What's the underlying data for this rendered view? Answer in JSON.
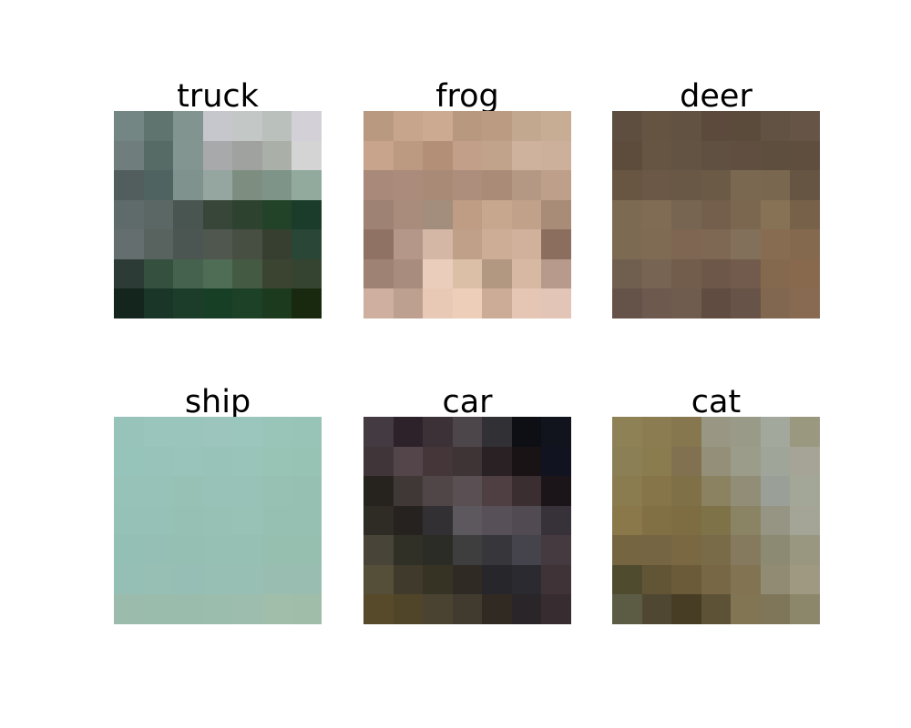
{
  "panels": [
    {
      "label": "truck",
      "pixels": [
        [
          "#748683",
          "#5f746e",
          "#829490",
          "#c6c7cc",
          "#c3c7c5",
          "#bac0bc",
          "#d3d0d7"
        ],
        [
          "#6f7d7c",
          "#566b65",
          "#829591",
          "#a7a9ab",
          "#a0a29f",
          "#aaafa8",
          "#d3d4d3"
        ],
        [
          "#525e5d",
          "#4f6460",
          "#7f928d",
          "#95a59f",
          "#7d8e80",
          "#7f9488",
          "#92aa9e"
        ],
        [
          "#5f6a6a",
          "#5a6765",
          "#485551",
          "#374639",
          "#2e4230",
          "#234329",
          "#1b3c2a"
        ],
        [
          "#646e6f",
          "#58625f",
          "#4b5552",
          "#50574f",
          "#474f42",
          "#363f30",
          "#2a4636"
        ],
        [
          "#2c3b35",
          "#36503f",
          "#45624f",
          "#4f6c55",
          "#455a43",
          "#3b4430",
          "#354431"
        ],
        [
          "#13251d",
          "#1a3628",
          "#1b3d29",
          "#173f26",
          "#1c4127",
          "#1c3a1e",
          "#18290f"
        ]
      ]
    },
    {
      "label": "frog",
      "pixels": [
        [
          "#b99a80",
          "#c7a58d",
          "#cbaa91",
          "#b8987e",
          "#bb9c83",
          "#c3a890",
          "#c8ad95"
        ],
        [
          "#c7a48b",
          "#bc9a82",
          "#b38f78",
          "#c19f89",
          "#c1a28b",
          "#cfb29d",
          "#ccb09c"
        ],
        [
          "#a98a7a",
          "#ab8c7c",
          "#a98a77",
          "#ad8e7c",
          "#a98b78",
          "#b49884",
          "#be9f89"
        ],
        [
          "#9e8274",
          "#a98c7c",
          "#a38d7d",
          "#be9d84",
          "#c7a78e",
          "#c1a189",
          "#a88c77"
        ],
        [
          "#8f7263",
          "#b5978a",
          "#d4b7a5",
          "#c1a08a",
          "#cdad96",
          "#d1b19c",
          "#8c6e5e"
        ],
        [
          "#9e8274",
          "#a88d7f",
          "#ebcdbb",
          "#dbbfa6",
          "#b29781",
          "#d7b9a3",
          "#b79a8b"
        ],
        [
          "#cfb0a0",
          "#bea090",
          "#e7c9b6",
          "#edcfb9",
          "#ccab97",
          "#e5c6b5",
          "#e3c5b7"
        ]
      ]
    },
    {
      "label": "deer",
      "pixels": [
        [
          "#5e4e3f",
          "#665443",
          "#625242",
          "#5c4b3c",
          "#5b4b3b",
          "#625244",
          "#665546"
        ],
        [
          "#5d4b3b",
          "#675544",
          "#635342",
          "#605041",
          "#604f40",
          "#5e4e3e",
          "#5f4d3d"
        ],
        [
          "#685643",
          "#6b5846",
          "#6a5846",
          "#6a5a46",
          "#7b6850",
          "#7a674f",
          "#675543"
        ],
        [
          "#7c6b52",
          "#806c55",
          "#776451",
          "#735f4b",
          "#7b6750",
          "#877256",
          "#776148"
        ],
        [
          "#7c6a52",
          "#7f6b53",
          "#7e6652",
          "#7f6853",
          "#83705a",
          "#876c52",
          "#85694f"
        ],
        [
          "#705f4f",
          "#786452",
          "#725d4c",
          "#6c5748",
          "#725b4c",
          "#85694f",
          "#88694d"
        ],
        [
          "#655249",
          "#6d594e",
          "#705b4f",
          "#604c40",
          "#675347",
          "#826750",
          "#876a51"
        ]
      ]
    },
    {
      "label": "ship",
      "pixels": [
        [
          "#97c3bb",
          "#99c5bd",
          "#9ac5bd",
          "#9bc5bd",
          "#9bc6be",
          "#99c5b8",
          "#98c4b8"
        ],
        [
          "#96c3ba",
          "#98c3bb",
          "#99c4bb",
          "#98c3b9",
          "#99c4ba",
          "#98c4b5",
          "#97c3b5"
        ],
        [
          "#96c2b8",
          "#97c2b7",
          "#98c1b6",
          "#98c1b7",
          "#98c2b7",
          "#97c1b2",
          "#96c1b2"
        ],
        [
          "#95c1b6",
          "#96c1b6",
          "#97c0b5",
          "#97c1b5",
          "#98c2b6",
          "#96c0b1",
          "#96c0b1"
        ],
        [
          "#93bfb5",
          "#95bfb4",
          "#96bfb4",
          "#96c0b4",
          "#97c0b4",
          "#96bfb0",
          "#96bfb0"
        ],
        [
          "#95bfb5",
          "#98bfb4",
          "#97beb4",
          "#98bfb3",
          "#98bfb3",
          "#99beb1",
          "#99beb1"
        ],
        [
          "#9bbcad",
          "#9abcad",
          "#99bcad",
          "#9bbdae",
          "#9dbeae",
          "#a0bea9",
          "#9fbda8"
        ]
      ]
    },
    {
      "label": "car",
      "pixels": [
        [
          "#433a42",
          "#2d222a",
          "#3c3137",
          "#4c464b",
          "#313035",
          "#0e0f14",
          "#11131d"
        ],
        [
          "#403639",
          "#534549",
          "#443639",
          "#3e3335",
          "#292123",
          "#191315",
          "#121320"
        ],
        [
          "#26231f",
          "#403837",
          "#514647",
          "#5a4f52",
          "#4f3f42",
          "#3b2e30",
          "#1b1519"
        ],
        [
          "#2f2b25",
          "#25221f",
          "#333034",
          "#5d585e",
          "#575059",
          "#524a52",
          "#37323a"
        ],
        [
          "#484538",
          "#303027",
          "#2c2c26",
          "#3e3e3f",
          "#36363b",
          "#45444d",
          "#443a40"
        ],
        [
          "#554e38",
          "#403a2c",
          "#363224",
          "#2f2b24",
          "#27262a",
          "#2a2a30",
          "#3f3337"
        ],
        [
          "#574a2b",
          "#504429",
          "#4b4331",
          "#413a2f",
          "#302a23",
          "#2a2528",
          "#372c2f"
        ]
      ]
    },
    {
      "label": "cat",
      "pixels": [
        [
          "#8e8156",
          "#8b7c51",
          "#86774f",
          "#999683",
          "#999b88",
          "#a3a89c",
          "#9a9980"
        ],
        [
          "#8b7f55",
          "#8b7c4f",
          "#827150",
          "#948f79",
          "#9b9c89",
          "#a0a59a",
          "#a6a496"
        ],
        [
          "#8b7c4f",
          "#857549",
          "#807048",
          "#8a8260",
          "#928d76",
          "#9aa097",
          "#a3a797"
        ],
        [
          "#8a774a",
          "#827045",
          "#7e6d43",
          "#7e7348",
          "#8a8465",
          "#969482",
          "#a4a597"
        ],
        [
          "#756641",
          "#756542",
          "#7a6842",
          "#7a6b48",
          "#857a5d",
          "#8d8a73",
          "#99977f"
        ],
        [
          "#4f4b2e",
          "#625536",
          "#6b5b39",
          "#786744",
          "#827452",
          "#928b73",
          "#9f9982"
        ],
        [
          "#5c5b44",
          "#504732",
          "#463d24",
          "#5e5236",
          "#817553",
          "#7f7659",
          "#8c876a"
        ]
      ]
    }
  ]
}
